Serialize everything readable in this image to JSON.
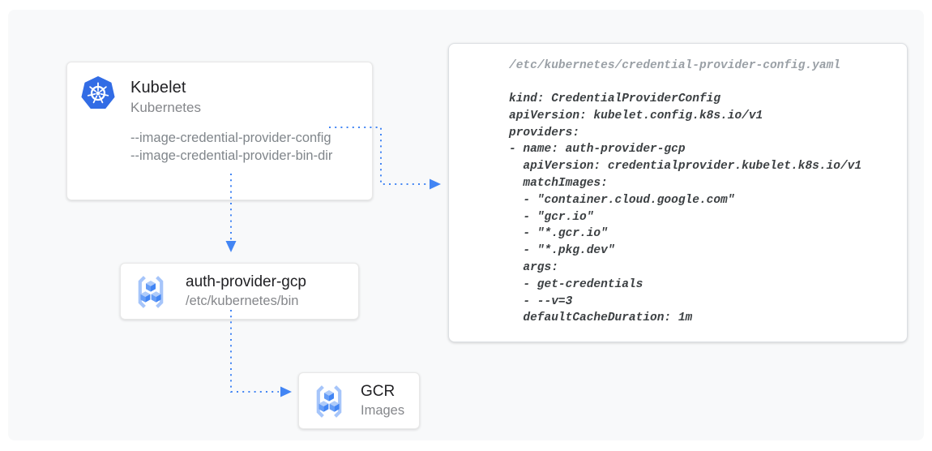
{
  "board": {
    "nodes": {
      "kubelet": {
        "title": "Kubelet",
        "subtitle": "Kubernetes",
        "flags": [
          "--image-credential-provider-config",
          "--image-credential-provider-bin-dir"
        ]
      },
      "auth_provider": {
        "title": "auth-provider-gcp",
        "subtitle": "/etc/kubernetes/bin"
      },
      "gcr": {
        "title": "GCR",
        "subtitle": "Images"
      }
    },
    "code_panel": {
      "filename": "/etc/kubernetes/credential-provider-config.yaml",
      "lines": [
        "kind: CredentialProviderConfig",
        "apiVersion: kubelet.config.k8s.io/v1",
        "providers:",
        "- name: auth-provider-gcp",
        "  apiVersion: credentialprovider.kubelet.k8s.io/v1",
        "  matchImages:",
        "  - \"container.cloud.google.com\"",
        "  - \"gcr.io\"",
        "  - \"*.gcr.io\"",
        "  - \"*.pkg.dev\"",
        "  args:",
        "  - get-credentials",
        "  - --v=3",
        "  defaultCacheDuration: 1m"
      ]
    },
    "icons": {
      "kubelet": "kubernetes-icon",
      "auth_provider": "container-registry-icon",
      "gcr": "container-registry-icon"
    },
    "colors": {
      "connector_blue": "#4285f4",
      "kubernetes_blue": "#326ce5",
      "registry_light_blue": "#a6c5fa",
      "registry_mid_blue": "#669df6",
      "registry_dark_blue": "#4285f4",
      "registry_top_face": "#aecbfa",
      "code_text": "#3c4043",
      "code_filename_text": "#9aa0a6",
      "muted_text": "#80868b",
      "board_background": "#f8f9fa"
    }
  }
}
